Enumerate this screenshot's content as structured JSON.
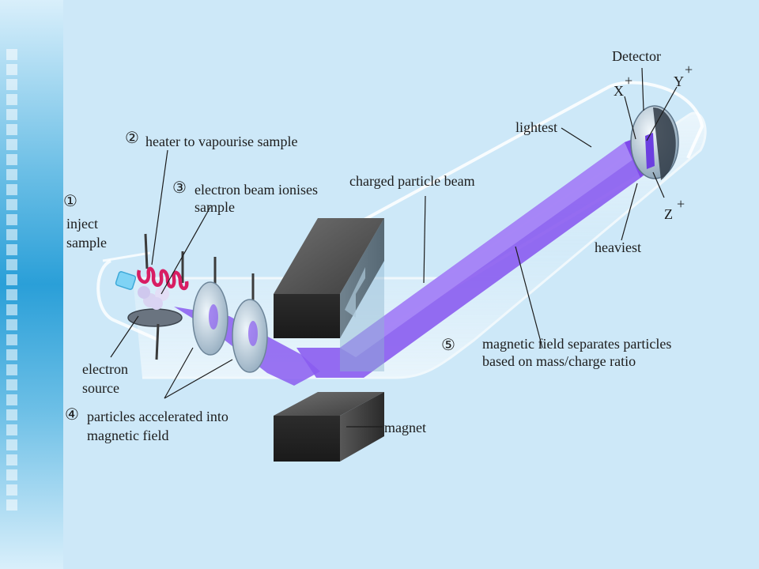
{
  "labels": {
    "step1_num": "①",
    "step1_text_l1": "inject",
    "step1_text_l2": "sample",
    "step2_num": "②",
    "step2_text": "heater to vapourise sample",
    "step3_num": "③",
    "step3_text_l1": "electron beam ionises",
    "step3_text_l2": "sample",
    "electron_source_l1": "electron",
    "electron_source_l2": "source",
    "step4_num": "④",
    "step4_text_l1": "particles accelerated into",
    "step4_text_l2": "magnetic field",
    "charged_beam": "charged particle beam",
    "magnet": "magnet",
    "step5_num": "⑤",
    "step5_text_l1": "magnetic field separates particles",
    "step5_text_l2": "based on mass/charge ratio",
    "lightest": "lightest",
    "heaviest": "heaviest",
    "detector": "Detector",
    "x_label": "X",
    "y_label": "Y",
    "z_label": "Z",
    "plus": "+"
  },
  "colors": {
    "background": "#cde8f8",
    "beam": "#8a5cf0",
    "magnet": "#3a3a3a",
    "heater_coil": "#d81e63",
    "tube": "#ffffff"
  }
}
